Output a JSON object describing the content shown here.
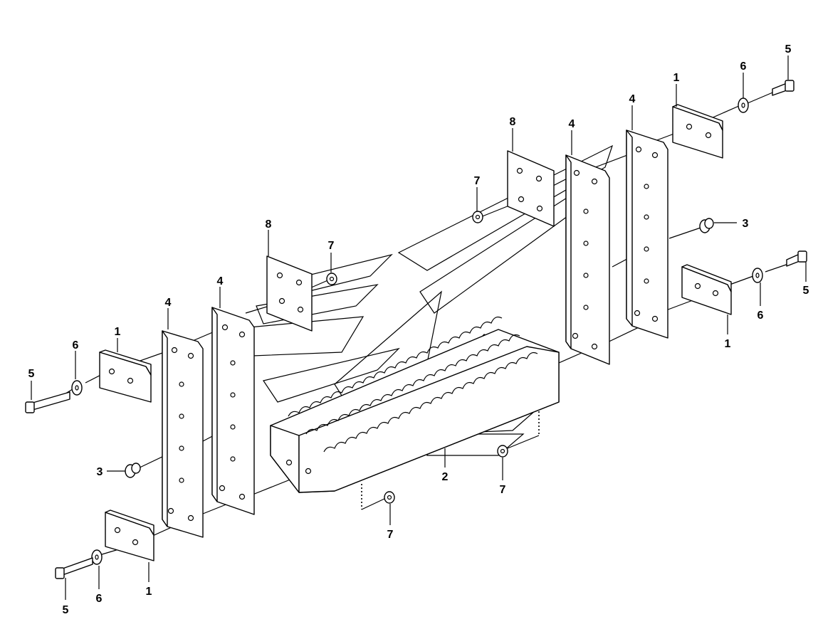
{
  "callouts": {
    "c1_lower_left": "1",
    "c1_left_mid": "1",
    "c1_top_right": "1",
    "c1_right_mid": "1",
    "c2": "2",
    "c3_left": "3",
    "c3_right": "3",
    "c4_left_outer": "4",
    "c4_left_inner": "4",
    "c4_right_inner": "4",
    "c4_right_outer": "4",
    "c5_left_upper": "5",
    "c5_left_lower": "5",
    "c5_top_right": "5",
    "c5_right_mid": "5",
    "c6_left_upper": "6",
    "c6_left_lower": "6",
    "c6_top_right": "6",
    "c6_right_mid": "6",
    "c7_left_plate": "7",
    "c7_right_plate": "7",
    "c7_bottom_mid": "7",
    "c7_bottom_right": "7",
    "c8_left": "8",
    "c8_right": "8"
  }
}
